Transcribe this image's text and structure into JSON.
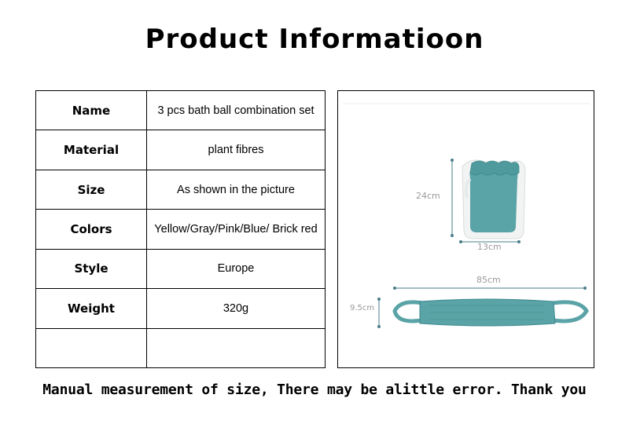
{
  "page": {
    "title": "Product  Informatioon",
    "footer": "Manual measurement of size, There may be alittle error. Thank you"
  },
  "spec_table": {
    "rows": [
      {
        "label": "Name",
        "value": "3 pcs bath ball combination set"
      },
      {
        "label": "Material",
        "value": "plant fibres"
      },
      {
        "label": "Size",
        "value": "As shown in the picture"
      },
      {
        "label": "Colors",
        "value": "Yellow/Gray/Pink/Blue/ Brick red"
      },
      {
        "label": "Style",
        "value": "Europe"
      },
      {
        "label": "Weight",
        "value": "320g"
      },
      {
        "label": "",
        "value": ""
      }
    ]
  },
  "product_image": {
    "mitt_height": "24cm",
    "mitt_width": "13cm",
    "strap_length": "85cm",
    "strap_width": "9.5cm",
    "colors": {
      "product_teal": "#5aa3a6",
      "product_teal_dark": "#3f8a8e",
      "dimension_line": "#4a7d8a",
      "dimension_text": "#999999"
    }
  }
}
